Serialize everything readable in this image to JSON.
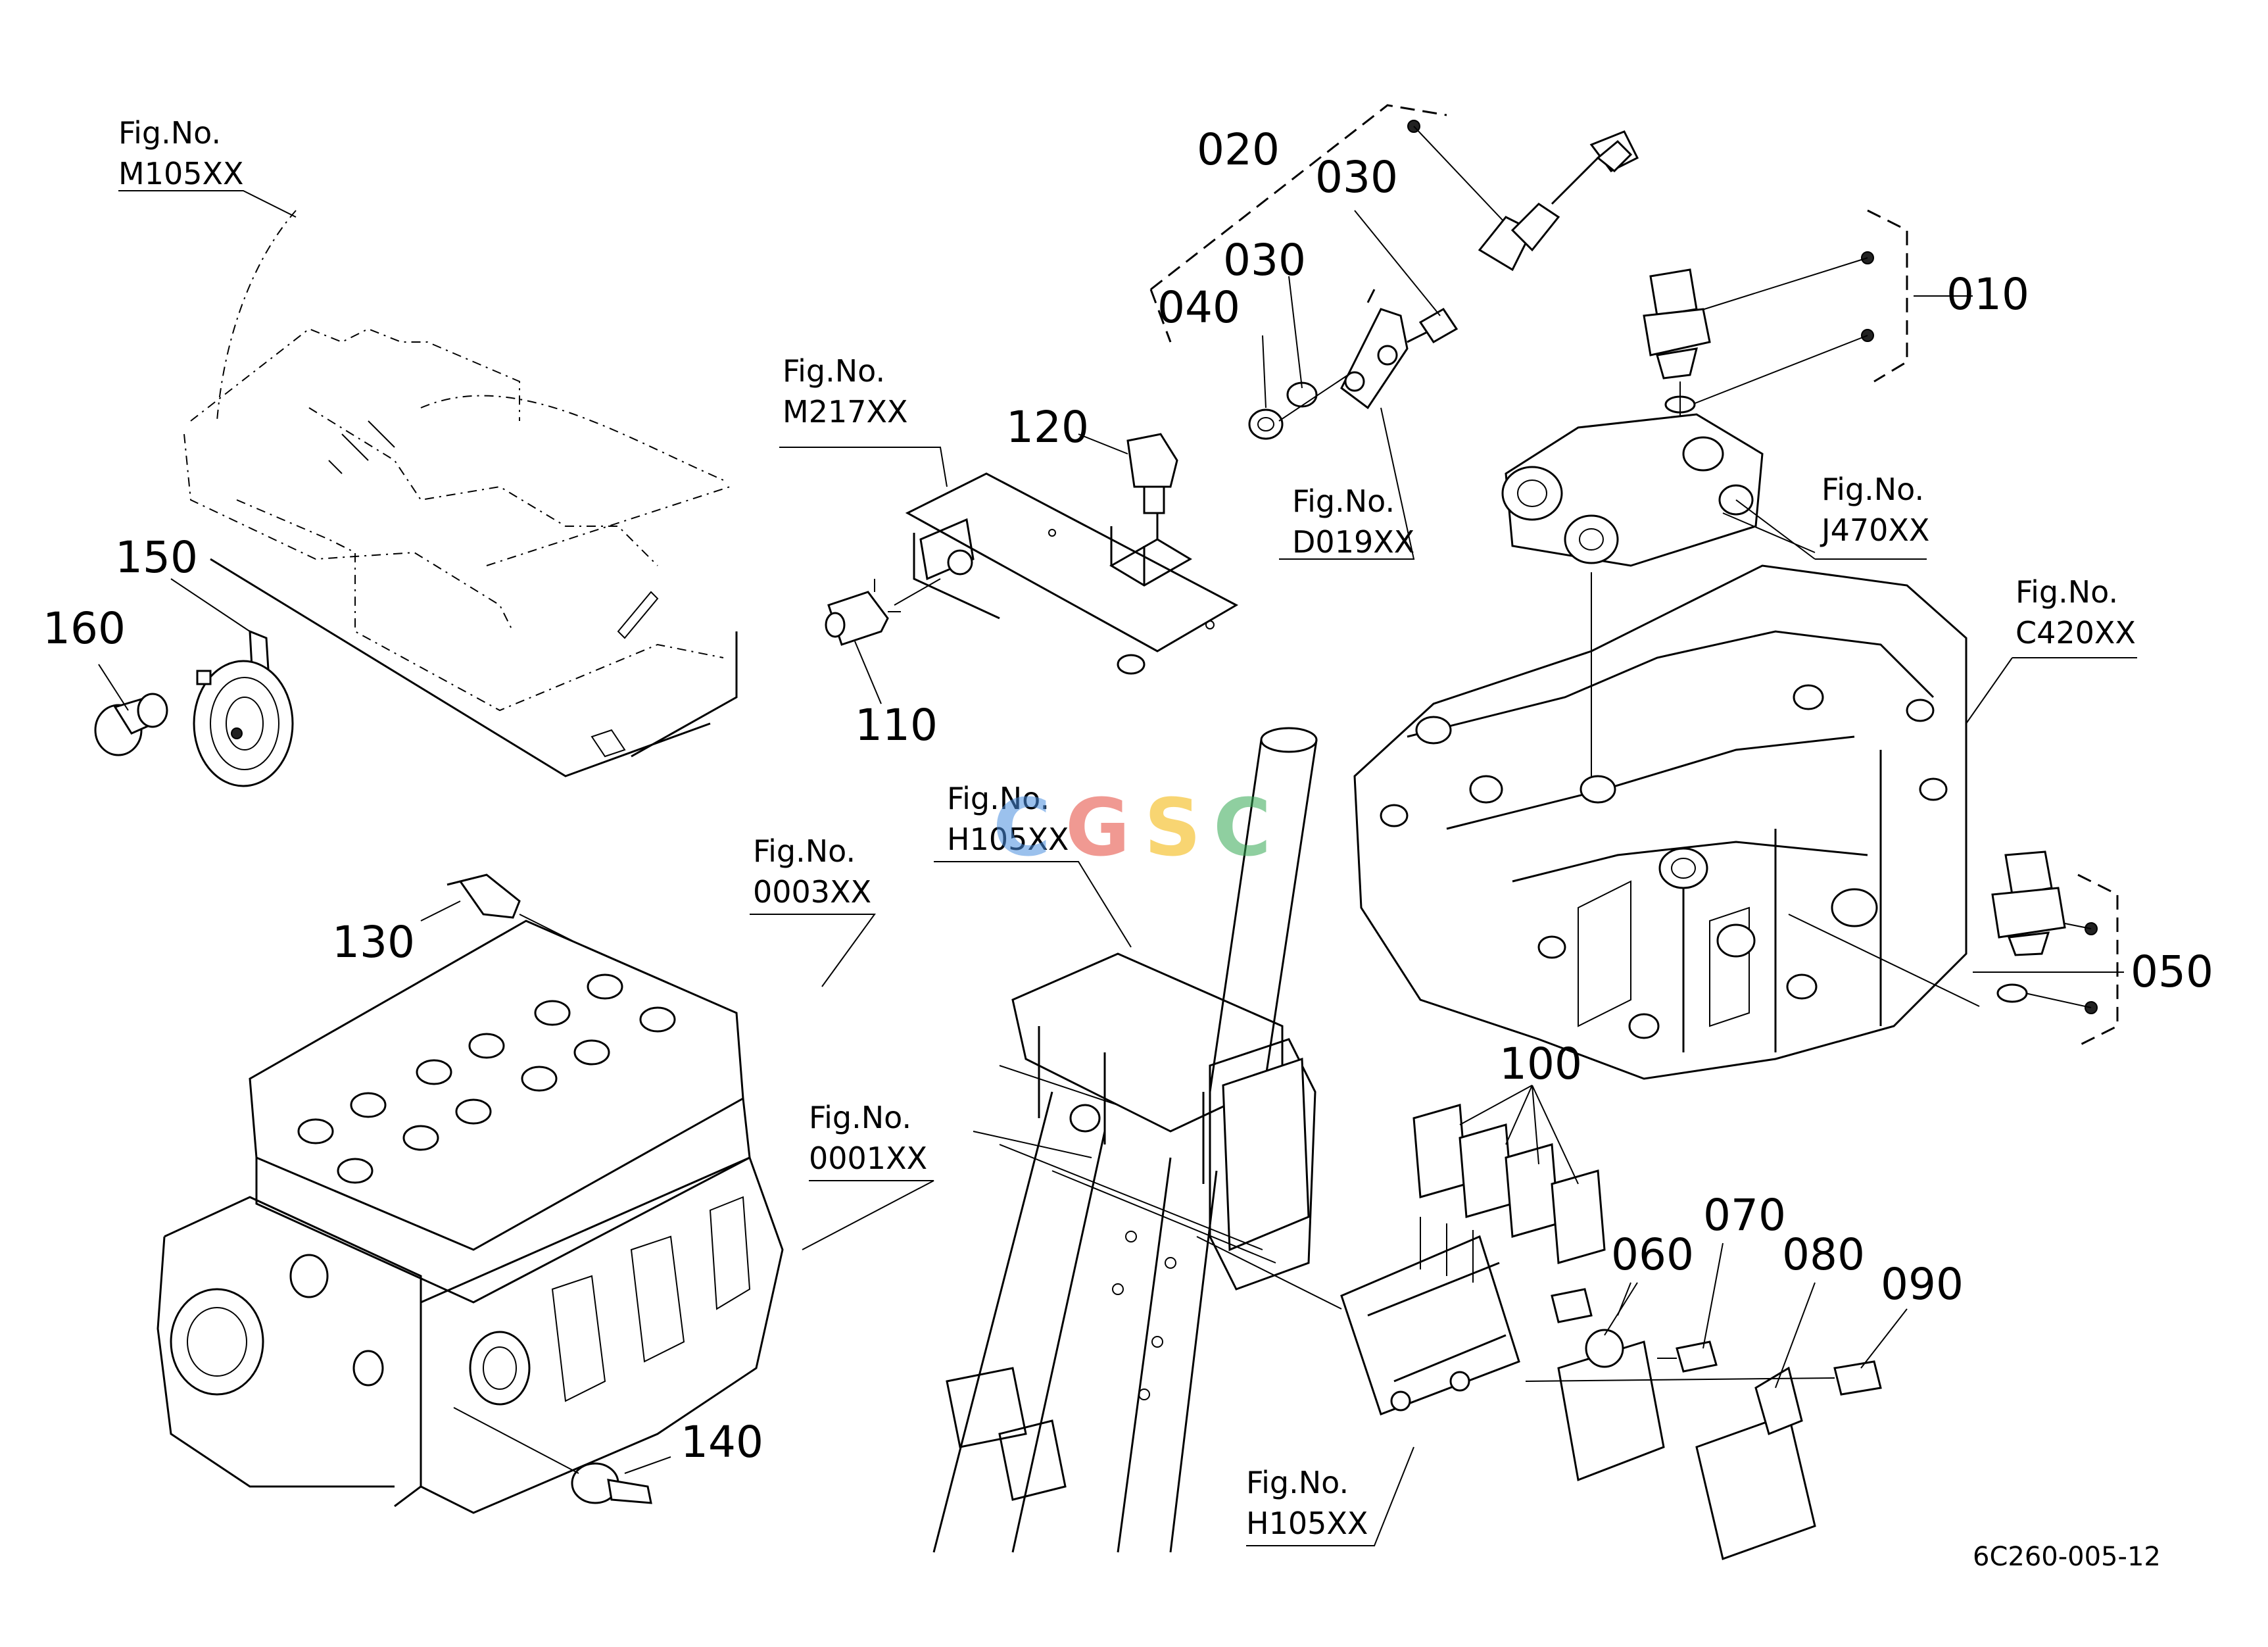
{
  "figure_refs": [
    {
      "id": "M105XX-top",
      "label": "Fig.No.",
      "code": "M105XX"
    },
    {
      "id": "M217XX",
      "label": "Fig.No.",
      "code": "M217XX"
    },
    {
      "id": "D019XX",
      "label": "Fig.No.",
      "code": "D019XX"
    },
    {
      "id": "J470XX",
      "label": "Fig.No.",
      "code": "J470XX"
    },
    {
      "id": "C420XX",
      "label": "Fig.No.",
      "code": "C420XX"
    },
    {
      "id": "H105XX-mid",
      "label": "Fig.No.",
      "code": "H105XX"
    },
    {
      "id": "0003XX",
      "label": "Fig.No.",
      "code": "0003XX"
    },
    {
      "id": "0001XX",
      "label": "Fig.No.",
      "code": "0001XX"
    },
    {
      "id": "H105XX-bottom",
      "label": "Fig.No.",
      "code": "H105XX"
    }
  ],
  "callouts": [
    "010",
    "020",
    "030",
    "030",
    "040",
    "050",
    "060",
    "070",
    "080",
    "090",
    "100",
    "110",
    "120",
    "130",
    "140",
    "150",
    "160"
  ],
  "watermark": {
    "text": "CGSC",
    "colors": [
      "#4a8fe0",
      "#e5473a",
      "#f4b400",
      "#34a853"
    ]
  },
  "drawing_ref": "6C260-005-12"
}
